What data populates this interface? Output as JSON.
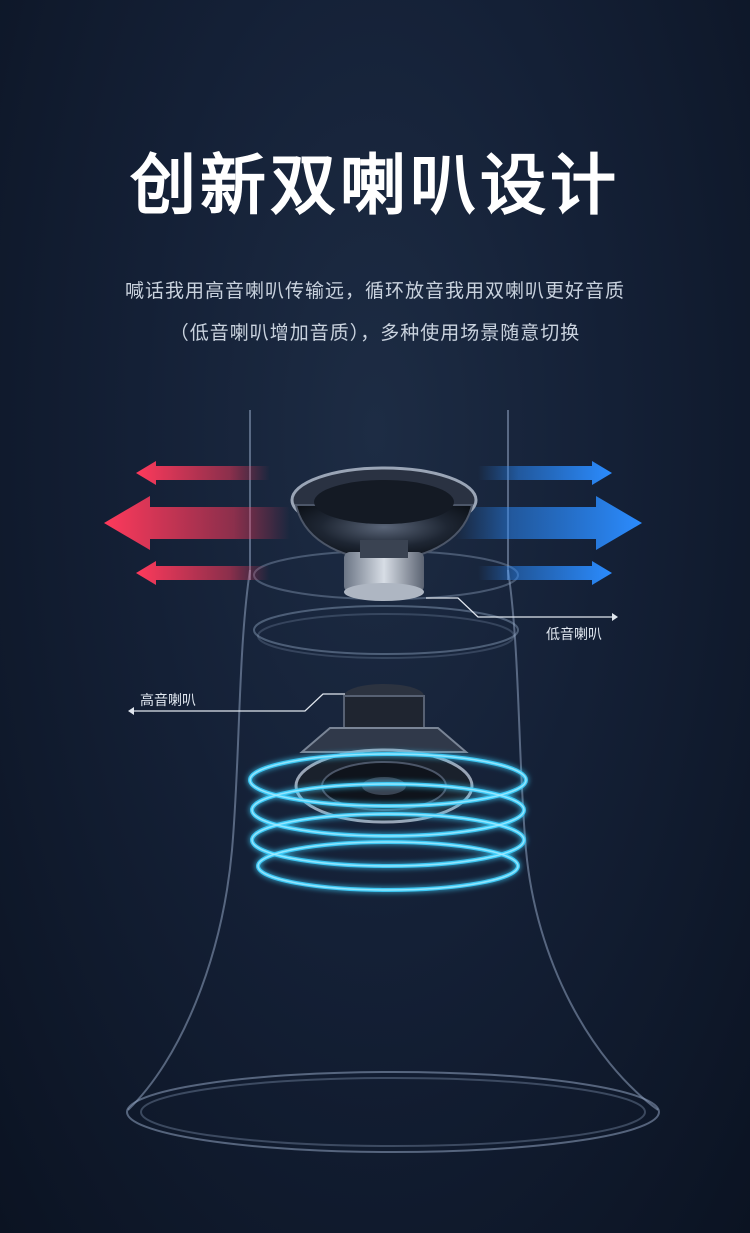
{
  "title": "创新双喇叭设计",
  "subtitle_line1": "喊话我用高音喇叭传输远，循环放音我用双喇叭更好音质",
  "subtitle_line2": "（低音喇叭增加音质），多种使用场景随意切换",
  "labels": {
    "low_speaker": "低音喇叭",
    "high_speaker": "高音喇叭"
  },
  "colors": {
    "left_arrows": "#ff3a5c",
    "right_arrows": "#2b8cff",
    "wave": "#3fd2ff"
  }
}
